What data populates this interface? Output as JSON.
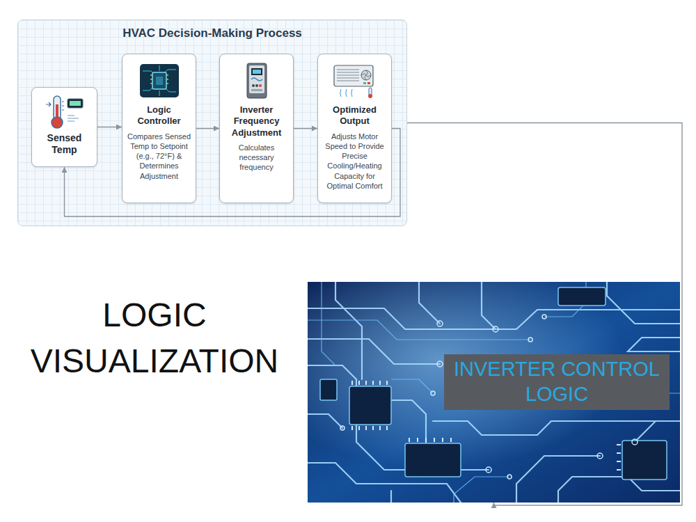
{
  "diagram": {
    "nodes": [
      {
        "text": [
          "HVAC Decision-Making Process"
        ]
      },
      {
        "text": [
          "Sensed Temp"
        ],
        "in": 0
      },
      {
        "text": [
          "Logic Controller",
          "Compares Sensed Temp to Setpoint (e.g., 72°F) & Determines Adjustment"
        ],
        "in": 0
      },
      {
        "text": [
          "Inverter Frequency Adjustment",
          "Calculates necessary frequency"
        ],
        "in": 0
      },
      {
        "text": [
          "Optimized Output",
          "Adjusts Motor Speed to Provide Precise Cooling/Heating Capacity for Optimal Comfort"
        ],
        "in": 0
      },
      {
        "text": [
          "INVERTER CONTROL LOGIC"
        ]
      }
    ],
    "edges": [
      {
        "from": 1,
        "to": 2,
        "arrow": "to"
      },
      {
        "from": 2,
        "to": 3,
        "arrow": "to"
      },
      {
        "from": 3,
        "to": 4,
        "arrow": "to"
      },
      {
        "from": 4,
        "to": 1,
        "arrow": "to"
      },
      {
        "from": 0,
        "to": 5,
        "arrow": "to"
      }
    ],
    "labels": [
      "LOGIC VISUALIZATION"
    ]
  }
}
